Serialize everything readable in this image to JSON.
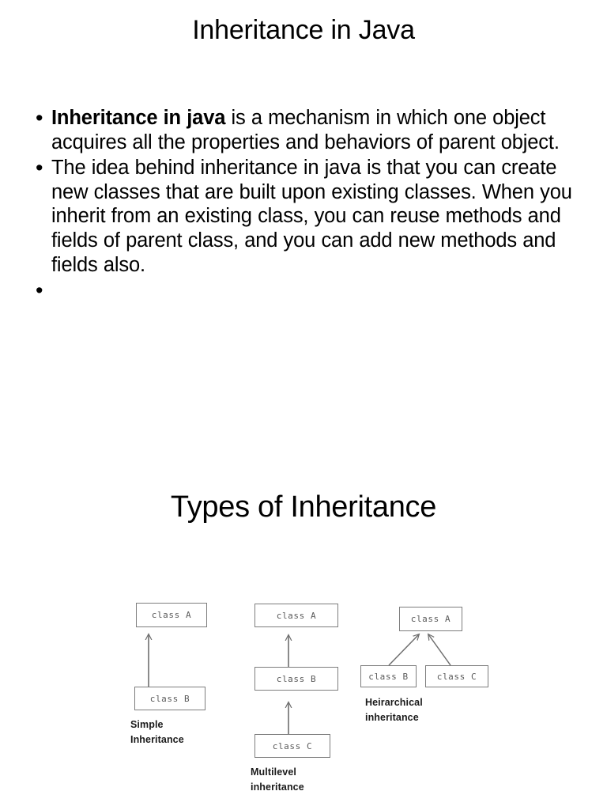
{
  "slide": {
    "title": "Inheritance in Java",
    "section_heading": "Types of Inheritance"
  },
  "bullets": [
    {
      "marker": "•",
      "bold_lead": "Inheritance in java",
      "rest": " is a mechanism in which one object acquires all the properties and behaviors of parent object."
    },
    {
      "marker": "•",
      "bold_lead": "",
      "rest": "The idea behind inheritance in java is that you can create new classes that are built upon existing classes. When you inherit from an existing class, you can reuse methods and fields of parent class, and you can add new methods and fields also."
    },
    {
      "marker": "•",
      "bold_lead": "",
      "rest": ""
    }
  ],
  "diagrams": [
    {
      "id": "simple-inheritance",
      "label_line1": "Simple",
      "label_line2": "Inheritance",
      "nodes": [
        {
          "id": "a",
          "text": "class A"
        },
        {
          "id": "b",
          "text": "class B"
        }
      ],
      "edges": [
        {
          "from": "b",
          "to": "a"
        }
      ]
    },
    {
      "id": "multilevel-inheritance",
      "label_line1": "Multilevel",
      "label_line2": "inheritance",
      "nodes": [
        {
          "id": "a",
          "text": "class A"
        },
        {
          "id": "b",
          "text": "class B"
        },
        {
          "id": "c",
          "text": "class C"
        }
      ],
      "edges": [
        {
          "from": "b",
          "to": "a"
        },
        {
          "from": "c",
          "to": "b"
        }
      ]
    },
    {
      "id": "heirarchical-inheritance",
      "label_line1": "Heirarchical",
      "label_line2": "inheritance",
      "nodes": [
        {
          "id": "a",
          "text": "class A"
        },
        {
          "id": "b",
          "text": "class B"
        },
        {
          "id": "c",
          "text": "class C"
        }
      ],
      "edges": [
        {
          "from": "b",
          "to": "a"
        },
        {
          "from": "c",
          "to": "a"
        }
      ]
    }
  ],
  "colors": {
    "page_background": "#ffffff",
    "text": "#000000",
    "box_border": "#7d7d7d",
    "box_text": "#5a5a5a",
    "arrow": "#6e6e6e",
    "diagram_label": "#1a1a1a"
  }
}
